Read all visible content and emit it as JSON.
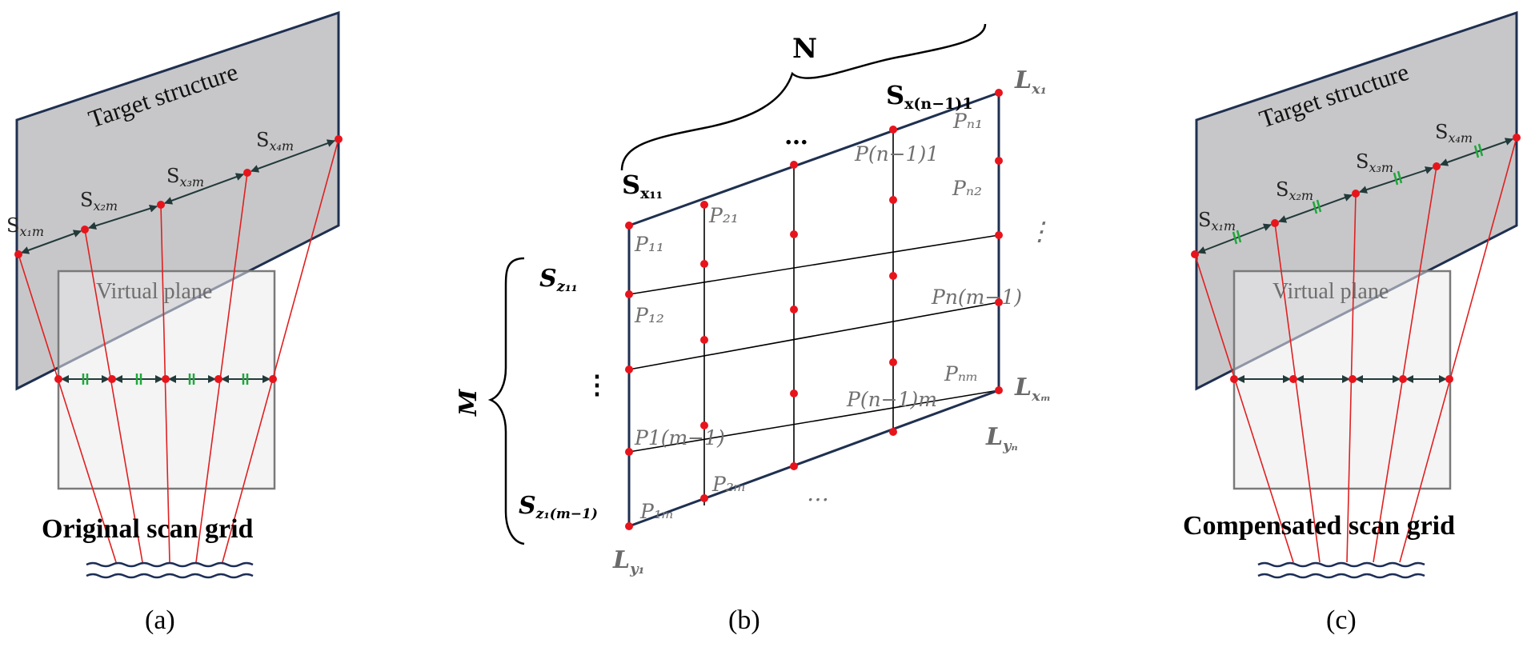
{
  "panel_a": {
    "target_label": "Target structure",
    "virtual_label": "Virtual plane",
    "title": "Original scan grid",
    "caption": "(a)",
    "spacings": [
      "S",
      "S",
      "S",
      "S"
    ],
    "spacing_subs": [
      "x₁m",
      "x₂m",
      "x₃m",
      "x₄m"
    ]
  },
  "panel_b": {
    "caption": "(b)",
    "N": "N",
    "M": "M",
    "dots": "…",
    "vdots": "⋮",
    "s_top_left": "S",
    "s_top_left_sub": "x₁₁",
    "s_top_right": "S",
    "s_top_right_sub": "x(n−1)1",
    "s_z11": "S",
    "s_z11_sub": "z₁₁",
    "s_z1m": "S",
    "s_z1m_sub": "z₁(m−1)",
    "lx1": "L",
    "lx1_sub": "x₁",
    "lxm": "L",
    "lxm_sub": "xₘ",
    "ly1": "L",
    "ly1_sub": "y₁",
    "lyn": "L",
    "lyn_sub": "yₙ",
    "points": {
      "P11": "P₁₁",
      "P21": "P₂₁",
      "Pn1": "Pₙ₁",
      "Pn11": "P(n−1)1",
      "Pn2": "Pₙ₂",
      "P12": "P₁₂",
      "Pnm1": "Pn(m−1)",
      "Pnm": "Pₙₘ",
      "Pn1m": "P(n−1)m",
      "P1m1": "P1(m−1)",
      "P2m": "P₂ₘ",
      "P1m": "P₁ₘ"
    }
  },
  "panel_c": {
    "target_label": "Target structure",
    "virtual_label": "Virtual plane",
    "title": "Compensated scan grid",
    "caption": "(c)",
    "spacings": [
      "S",
      "S",
      "S",
      "S"
    ],
    "spacing_subs": [
      "x₁m",
      "x₂m",
      "x₃m",
      "x₄m"
    ]
  },
  "colors": {
    "plane_fill": "#c7c7c9",
    "plane_stroke": "#1f3050",
    "laser": "#e02020",
    "dot": "#e8141c",
    "arrow": "#233a3a",
    "equal_mark": "#1fa83a",
    "water": "#1c2e57"
  }
}
